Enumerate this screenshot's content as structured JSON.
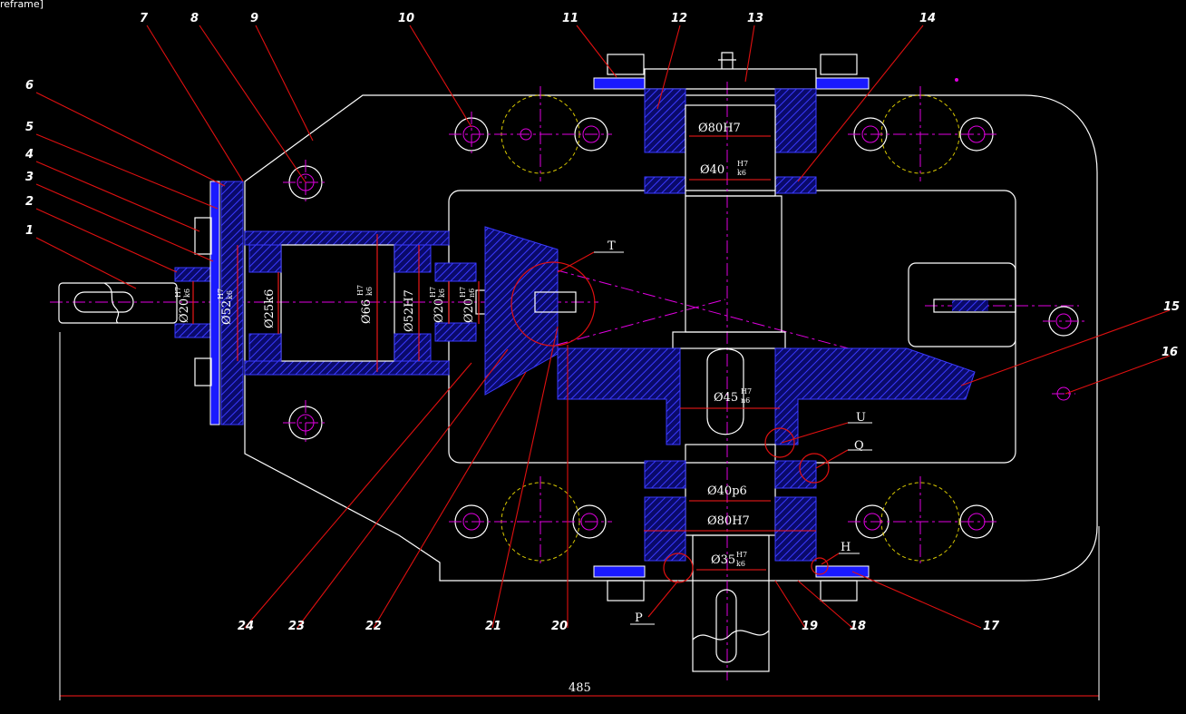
{
  "window": {
    "tab_title": "reframe]"
  },
  "part_numbers": [
    "1",
    "2",
    "3",
    "4",
    "5",
    "6",
    "7",
    "8",
    "9",
    "10",
    "11",
    "12",
    "13",
    "14",
    "15",
    "16",
    "17",
    "18",
    "19",
    "20",
    "21",
    "22",
    "23",
    "24"
  ],
  "detail_letters": [
    "T",
    "U",
    "Q",
    "H",
    "P"
  ],
  "fits": {
    "d80H7_top": "Ø80H7",
    "d40_top": "Ø40",
    "d40_top_sup": "H7",
    "d40_top_sub": "k6",
    "d66": "Ø66",
    "d66_sup": "H7",
    "d66_sub": "k6",
    "d52_left": "Ø52",
    "d52_left_sup": "H7",
    "d52_left_sub": "k6",
    "d25k6": "Ø25k6",
    "d20_left": "Ø20",
    "d20_left_sup": "H7",
    "d20_left_sub": "k6",
    "d52H7": "Ø52H7",
    "d20_mid": "Ø20",
    "d20_mid_sup": "H7",
    "d20_mid_sub": "k6",
    "d20_right": "Ø20",
    "d20_right_sup": "H7",
    "d20_right_sub": "n6",
    "d45": "Ø45",
    "d45_sup": "H7",
    "d45_sub": "n6",
    "d40p6": "Ø40p6",
    "d80H7_bot": "Ø80H7",
    "d35": "Ø35",
    "d35_sup": "H7",
    "d35_sub": "k6"
  },
  "overall_dimension": "485",
  "colors": {
    "background": "#000000",
    "outline": "#ffffff",
    "centerline": "#e000e0",
    "leader": "#e01010",
    "section": "#3a3aff",
    "gasket": "#1a1aff",
    "hidden_circle": "#d8c800"
  }
}
